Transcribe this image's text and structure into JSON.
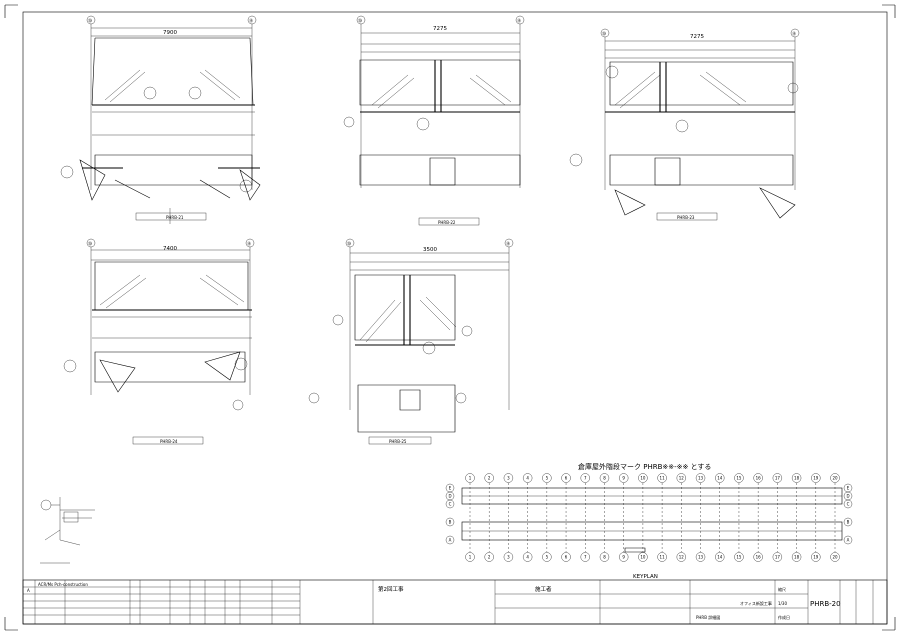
{
  "drawing": {
    "sheet_no": "PHRB-20",
    "plan_mark_note": "倉庫屋外階段マーク PHRB※※-※※ とする",
    "key_plan_label": "KEYPLAN"
  },
  "details": [
    {
      "id": "d1",
      "ref": "PHRB-21",
      "grids": [
        "⑳",
        "⑲"
      ],
      "dim": "7900"
    },
    {
      "id": "d2",
      "ref": "PHRB-22",
      "grids": [
        "⑳",
        "⑲"
      ],
      "dim": "7275"
    },
    {
      "id": "d3",
      "ref": "PHRB-23",
      "grids": [
        "⑳",
        "⑲"
      ],
      "dim": "7275"
    },
    {
      "id": "d4",
      "ref": "PHRB-24",
      "grids": [
        "⑳",
        "⑲"
      ],
      "dim": "7400"
    },
    {
      "id": "d5",
      "ref": "PHRB-25",
      "grids": [
        "⑳",
        "⑲"
      ],
      "dim": "3500"
    }
  ],
  "keyplan": {
    "grid_numbers": [
      "1",
      "2",
      "3",
      "4",
      "5",
      "6",
      "7",
      "8",
      "9",
      "10",
      "11",
      "12",
      "13",
      "14",
      "15",
      "16",
      "17",
      "18",
      "19",
      "20"
    ],
    "row_letters": [
      "E",
      "D",
      "C",
      "B",
      "A"
    ]
  },
  "title_block": {
    "rev_label": "A",
    "rev_note": "ACR/Ms  Pch-construction",
    "section_label": "第2回工事",
    "contractor": "施工者",
    "project": "オフィス新設工事",
    "drawing_title": "PHRB 詳細図",
    "scale_label": "縮尺",
    "scale_value": "1/30",
    "date_label": "作成日"
  }
}
